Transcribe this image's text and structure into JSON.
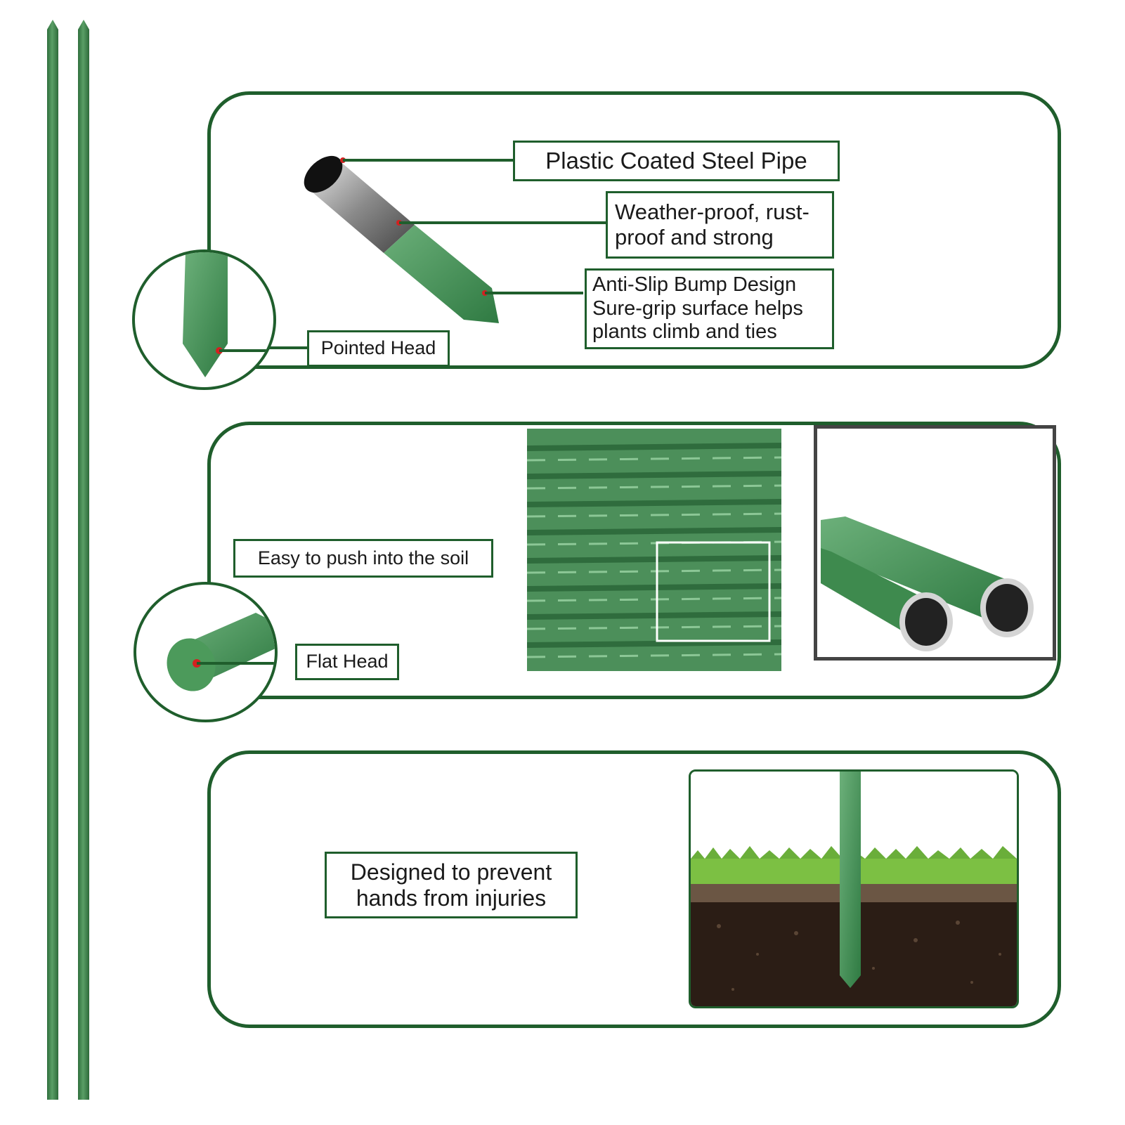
{
  "labels": {
    "plastic_coated": "Plastic Coated Steel Pipe",
    "weather_proof": "Weather-proof, rust-proof and strong",
    "anti_slip": "Anti-Slip Bump Design Sure-grip surface helps plants climb and ties",
    "pointed_head": "Pointed Head",
    "easy_push": "Easy to push into the soil",
    "flat_head": "Flat Head",
    "designed_prevent": "Designed to prevent hands from injuries"
  },
  "colors": {
    "frame_green": "#1f5e2c",
    "stake_green": "#3e8a4e",
    "stake_light": "#5ea468",
    "callout_dot": "#d42020",
    "grass": "#7cc043",
    "soil": "#2b1d15"
  },
  "icons": [
    "stake-icon",
    "pipe-cutaway-icon",
    "flat-head-icon",
    "pointed-head-icon"
  ]
}
